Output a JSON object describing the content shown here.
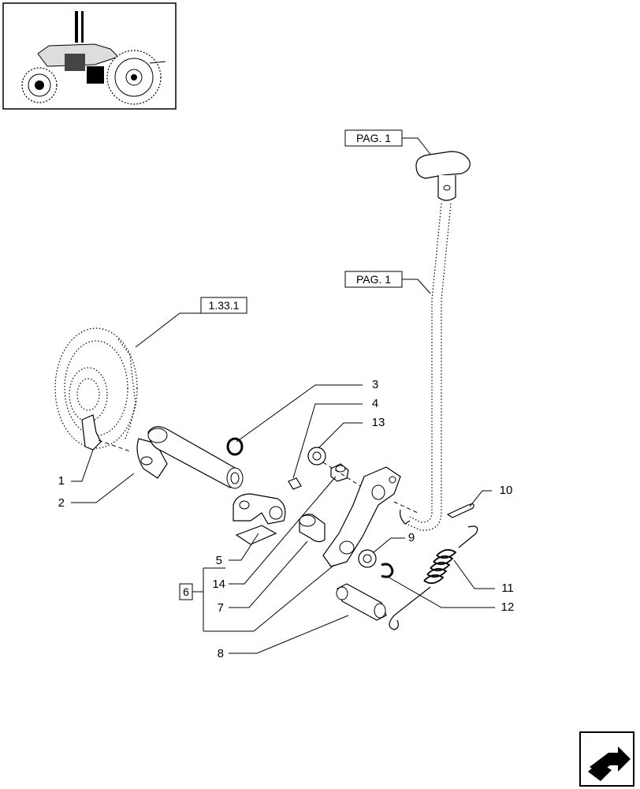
{
  "references": {
    "page_ref_top": "PAG. 1",
    "page_ref_mid": "PAG. 1",
    "section_ref": "1.33.1",
    "group_ref": "6"
  },
  "parts": {
    "p1": "1",
    "p2": "2",
    "p3": "3",
    "p4": "4",
    "p5": "5",
    "p6": "6",
    "p7": "7",
    "p8": "8",
    "p9": "9",
    "p10": "10",
    "p11": "11",
    "p12": "12",
    "p13": "13",
    "p14": "14"
  },
  "icons": {
    "thumbnail": "tractor-thumbnail-icon",
    "navigation": "next-page-arrow-icon"
  }
}
